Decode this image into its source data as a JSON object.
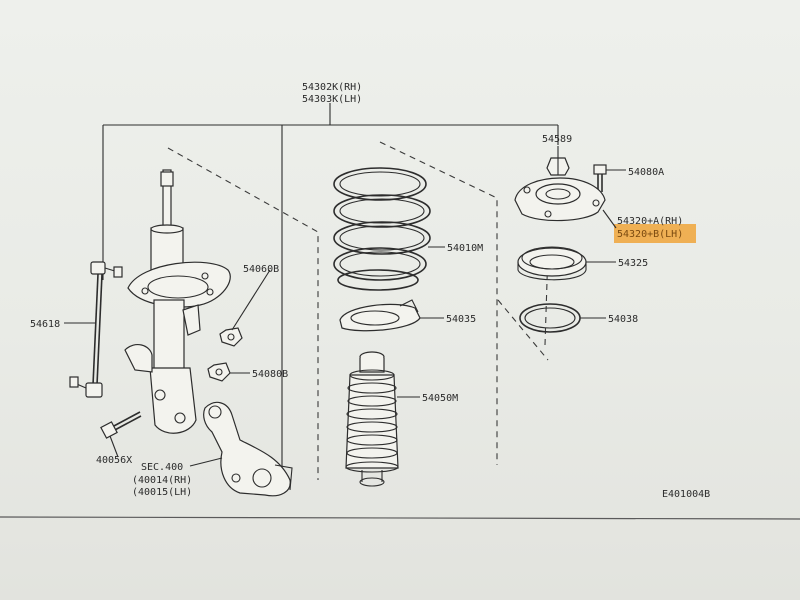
{
  "labels": {
    "assembly_rh": "54302K(RH)",
    "assembly_lh": "54303K(LH)",
    "nut_top": "54589",
    "bolt_top": "54080A",
    "mount_rh": "54320+A(RH)",
    "mount_lh": "54320+B(LH)",
    "spring": "54010M",
    "seat": "54325",
    "seat_lower": "54035",
    "bearing": "54038",
    "bound_bumper": "54050M",
    "nut_mid": "54060B",
    "nut_low": "54080B",
    "stabilizer_link": "54618",
    "bolt_knuckle": "40056X",
    "sec_ref": "SEC.400",
    "knuckle_rh": "(40014(RH)",
    "knuckle_lh": "(40015(LH)",
    "figure_id": "E401004B"
  },
  "highlight_color": "#f0a43a"
}
